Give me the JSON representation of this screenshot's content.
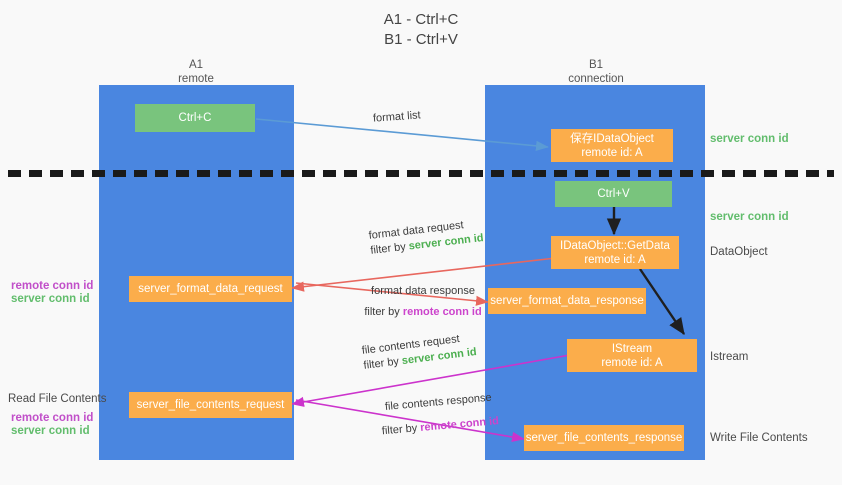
{
  "title": {
    "line1": "A1 - Ctrl+C",
    "line2": "B1 - Ctrl+V"
  },
  "lanes": [
    {
      "name": "A1",
      "sub": "remote"
    },
    {
      "name": "B1",
      "sub": "connection"
    }
  ],
  "boxes": {
    "ctrl_c": "Ctrl+C",
    "ctrl_v": "Ctrl+V",
    "idataobject_l1": "保存IDataObject",
    "idataobject_l2": "remote id: A",
    "getdata_l1": "IDataObject::GetData",
    "getdata_l2": "remote id: A",
    "istream_l1": "IStream",
    "istream_l2": "remote id: A",
    "server_format_data_request": "server_format_data_request",
    "server_format_data_response": "server_format_data_response",
    "server_file_contents_request": "server_file_contents_request",
    "server_file_contents_response": "server_file_contents_response"
  },
  "edges": {
    "format_list": "format list",
    "format_data_request": "format data request",
    "format_data_request_filter_pre": "filter by ",
    "format_data_request_filter_key": "server conn id",
    "format_data_response": "format data response",
    "format_data_response_filter_pre": "filter by ",
    "format_data_response_filter_key": "remote conn id",
    "file_contents_request": "file contents request",
    "file_contents_request_filter_pre": "filter by ",
    "file_contents_request_filter_key": "server conn id",
    "file_contents_response": "file contents response",
    "file_contents_response_filter_pre": "filter by ",
    "file_contents_response_filter_key": "remote conn id"
  },
  "right_labels": {
    "server_conn_id_top": "server conn id",
    "server_conn_id_mid": "server conn id",
    "dataobject": "DataObject",
    "istream": "Istream",
    "write_file_contents": "Write File Contents"
  },
  "left_labels": {
    "remote_conn_id_1": "remote conn id",
    "server_conn_id_1": "server conn id",
    "read_file_contents": "Read File Contents",
    "remote_conn_id_2": "remote conn id",
    "server_conn_id_2": "server conn id"
  },
  "colors": {
    "lane": "#4a86e0",
    "green_box": "#79c47d",
    "orange_box": "#fbad4b",
    "arrow_blue": "#5b9bd5",
    "arrow_red": "#e8675e",
    "arrow_magenta": "#cc33cc",
    "arrow_dark": "#1f1f1f",
    "green_text": "#62bd6d",
    "purple_text": "#c14fc9",
    "background": "#f9f9f9"
  }
}
